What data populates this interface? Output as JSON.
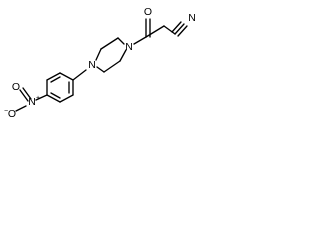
{
  "molecule": {
    "atoms": {
      "nitro_n": "N",
      "nitro_plus": "+",
      "nitro_o_top": "O",
      "nitro_o_bottom": "O",
      "nitro_o_minus": "−",
      "piperazine_n_left": "N",
      "piperazine_n_right": "N",
      "carbonyl_o": "O",
      "nitrile_n": "N"
    }
  }
}
